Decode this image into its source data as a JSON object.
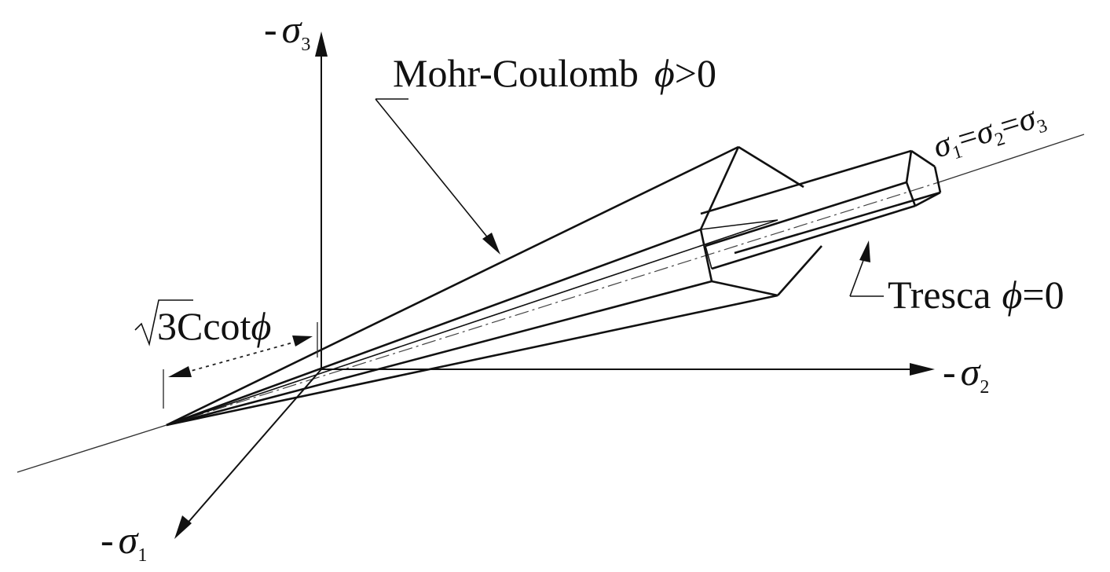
{
  "labels": {
    "axis_sigma3": {
      "sign": "-",
      "symbol": "σ",
      "sub": "3"
    },
    "axis_sigma2": {
      "sign": "-",
      "symbol": "σ",
      "sub": "2"
    },
    "axis_sigma1": {
      "sign": "-",
      "symbol": "σ",
      "sub": "1"
    },
    "mohr_coulomb": {
      "name": "Mohr-Coulomb",
      "phi": "ϕ",
      "cond": ">0"
    },
    "tresca": {
      "name": "Tresca",
      "phi": "ϕ",
      "cond": "=0"
    },
    "hydrostatic": {
      "s": "σ",
      "s1": "1",
      "s2": "2",
      "s3": "3",
      "eq": "="
    },
    "offset": {
      "root": "3",
      "text": "Ccot",
      "phi": "ϕ"
    }
  }
}
